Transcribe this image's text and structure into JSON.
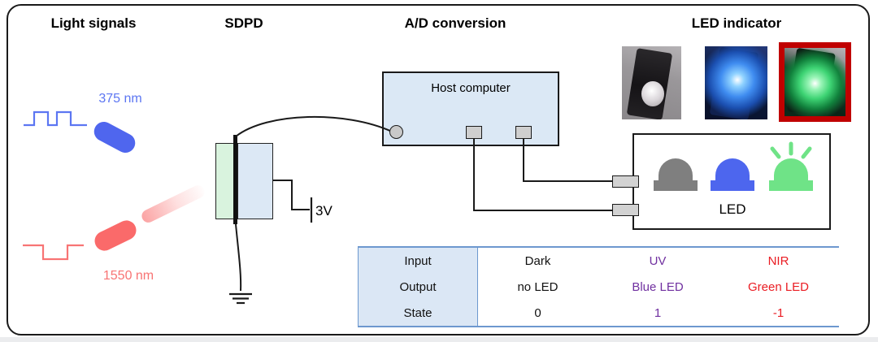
{
  "figure": {
    "sections": [
      {
        "id": "light-signals",
        "title": "Light signals"
      },
      {
        "id": "sdpd",
        "title": "SDPD"
      },
      {
        "id": "ad-conversion",
        "title": "A/D conversion"
      },
      {
        "id": "led-indicator",
        "title": "LED indicator"
      }
    ]
  },
  "light_signals": {
    "uv_wavelength": "375 nm",
    "nir_wavelength": "1550 nm"
  },
  "ad_conversion": {
    "host_computer_label": "Host computer",
    "bias_voltage": "3V"
  },
  "led_indicator": {
    "led_box_label": "LED",
    "photos": [
      {
        "state": "no LED (dark)"
      },
      {
        "state": "Blue LED (UV)"
      },
      {
        "state": "Green LED (NIR), highlighted"
      }
    ]
  },
  "table": {
    "rows": [
      {
        "label": "Input",
        "dark": "Dark",
        "uv": "UV",
        "nir": "NIR"
      },
      {
        "label": "Output",
        "dark": "no LED",
        "uv": "Blue LED",
        "nir": "Green LED"
      },
      {
        "label": "State",
        "dark": "0",
        "uv": "1",
        "nir": "-1"
      }
    ]
  },
  "colors": {
    "uv_signal": "#5c76f2",
    "nir_signal": "#f87474",
    "uv_table_text": "#7030a0",
    "nir_table_text": "#ea1c23",
    "table_line": "#6d98cf",
    "table_header_bg": "#dbe7f5",
    "box_fill_blue": "#dce8f5",
    "sdpd_green": "#d9f3de",
    "led_gray": "#7f7f7f",
    "led_blue": "#4d66ee",
    "led_green": "#6fe387",
    "photo_highlight_border": "#c00000"
  }
}
